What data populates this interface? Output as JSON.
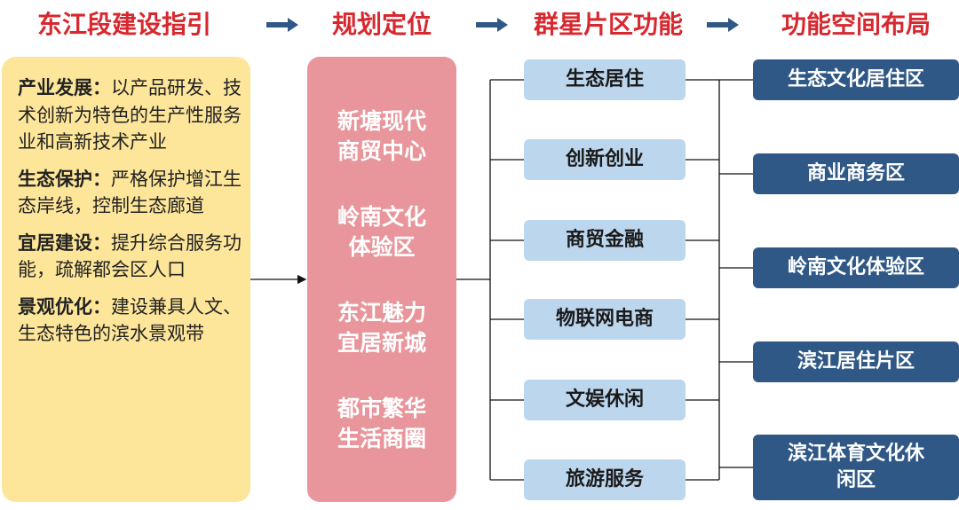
{
  "headers": [
    "东江段建设指引",
    "规划定位",
    "群星片区功能",
    "功能空间布局"
  ],
  "guidelines": [
    {
      "title": "产业发展：",
      "text": "以产品研发、技术创新为特色的生产性服务业和高新技术产业"
    },
    {
      "title": "生态保护：",
      "text": "严格保护增江生态岸线，控制生态廊道"
    },
    {
      "title": "宜居建设：",
      "text": "提升综合服务功能，疏解都会区人口"
    },
    {
      "title": "景观优化：",
      "text": "建设兼具人文、生态特色的滨水景观带"
    }
  ],
  "positioning": [
    [
      "新塘现代",
      "商贸中心"
    ],
    [
      "岭南文化",
      "体验区"
    ],
    [
      "东江魅力",
      "宜居新城"
    ],
    [
      "都市繁华",
      "生活商圈"
    ]
  ],
  "functions": [
    "生态居住",
    "创新创业",
    "商贸金融",
    "物联网电商",
    "文娱休闲",
    "旅游服务"
  ],
  "layout_zones": [
    [
      "生态文化居住区"
    ],
    [
      "商业商务区"
    ],
    [
      "岭南文化体验区"
    ],
    [
      "滨江居住片区"
    ],
    [
      "滨江体育文化休",
      "闲区"
    ]
  ],
  "colors": {
    "header": "#d7282f",
    "arrow": "#2f5886",
    "guide_bg": "#fde69a",
    "position_bg": "#e8969b",
    "function_bg": "#bcd6ee",
    "zone_bg": "#2f5886"
  }
}
